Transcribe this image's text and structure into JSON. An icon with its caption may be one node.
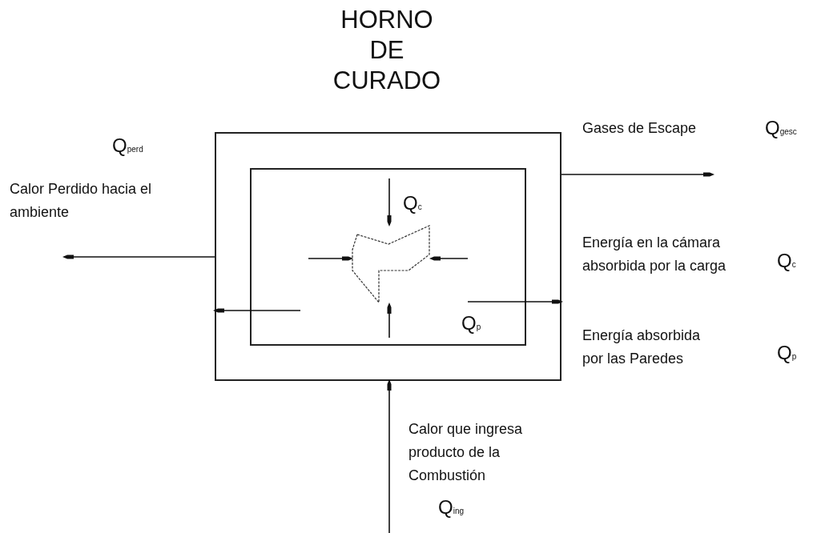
{
  "diagram": {
    "title": "HORNO DE CURADO",
    "nodes": [
      {
        "text": [],
        "shape": "box"
      },
      {
        "text": [],
        "shape": "box",
        "in": 0
      },
      {
        "text": [],
        "shape": "polygon",
        "in": 1
      }
    ],
    "edges": [
      {
        "from": 0,
        "to": null,
        "arrow": "to"
      },
      {
        "from": 0,
        "to": null,
        "arrow": "to"
      },
      {
        "from": null,
        "to": 0,
        "arrow": "to"
      },
      {
        "from": null,
        "to": 0,
        "arrow": "to"
      },
      {
        "from": null,
        "to": 0,
        "arrow": "to"
      },
      {
        "from": null,
        "to": 2,
        "arrow": "to"
      },
      {
        "from": null,
        "to": 2,
        "arrow": "to"
      },
      {
        "from": null,
        "to": 2,
        "arrow": "to"
      },
      {
        "from": null,
        "to": 2,
        "arrow": "to"
      }
    ],
    "labels": [
      "Q$_{perd}$",
      "Calor Perdido hacia el ambiente",
      "Gases de Escape",
      "Q$_{gesc}$",
      "Q$_{c}$",
      "Q$_{p}$",
      "Energía en la cámara absorbida por la carga",
      "Q$_{c}$",
      "Energía absorbida por las Paredes",
      "Q$_{p}$",
      "Calor que ingresa producto de la Combustión",
      "Q$_{ing}$"
    ]
  }
}
